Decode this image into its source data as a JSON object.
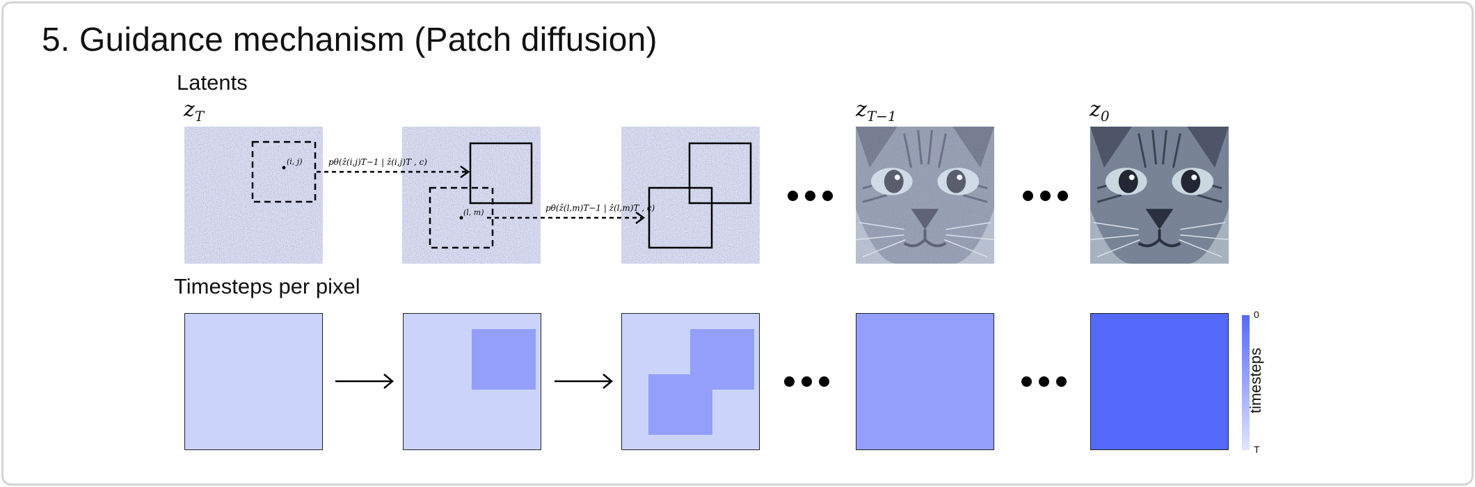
{
  "title": "5. Guidance mechanism (Patch diffusion)",
  "latents": {
    "label": "Latents",
    "z_T": {
      "base": "z",
      "sub": "T"
    },
    "z_T_minus_1": {
      "base": "z",
      "sub": "T−1"
    },
    "z_0": {
      "base": "z",
      "sub": "0"
    },
    "coord_ij": "(i, j)",
    "coord_lm": "(l, m)",
    "transition_1": "pθ(ẑ(i,j)T−1 | ẑ(i,j)T , c)",
    "transition_2": "pθ(ẑ(l,m)T−1 | ẑ(l,m)T , c)"
  },
  "timesteps": {
    "label": "Timesteps per pixel",
    "colorbar_label": "timesteps",
    "colorbar_top": "0",
    "colorbar_bottom": "T"
  },
  "colors": {
    "ts_light": "#cbd3fb",
    "ts_mid": "#939ffb",
    "ts_dark": "#5469fa",
    "noise_base": "#8a93a6"
  }
}
